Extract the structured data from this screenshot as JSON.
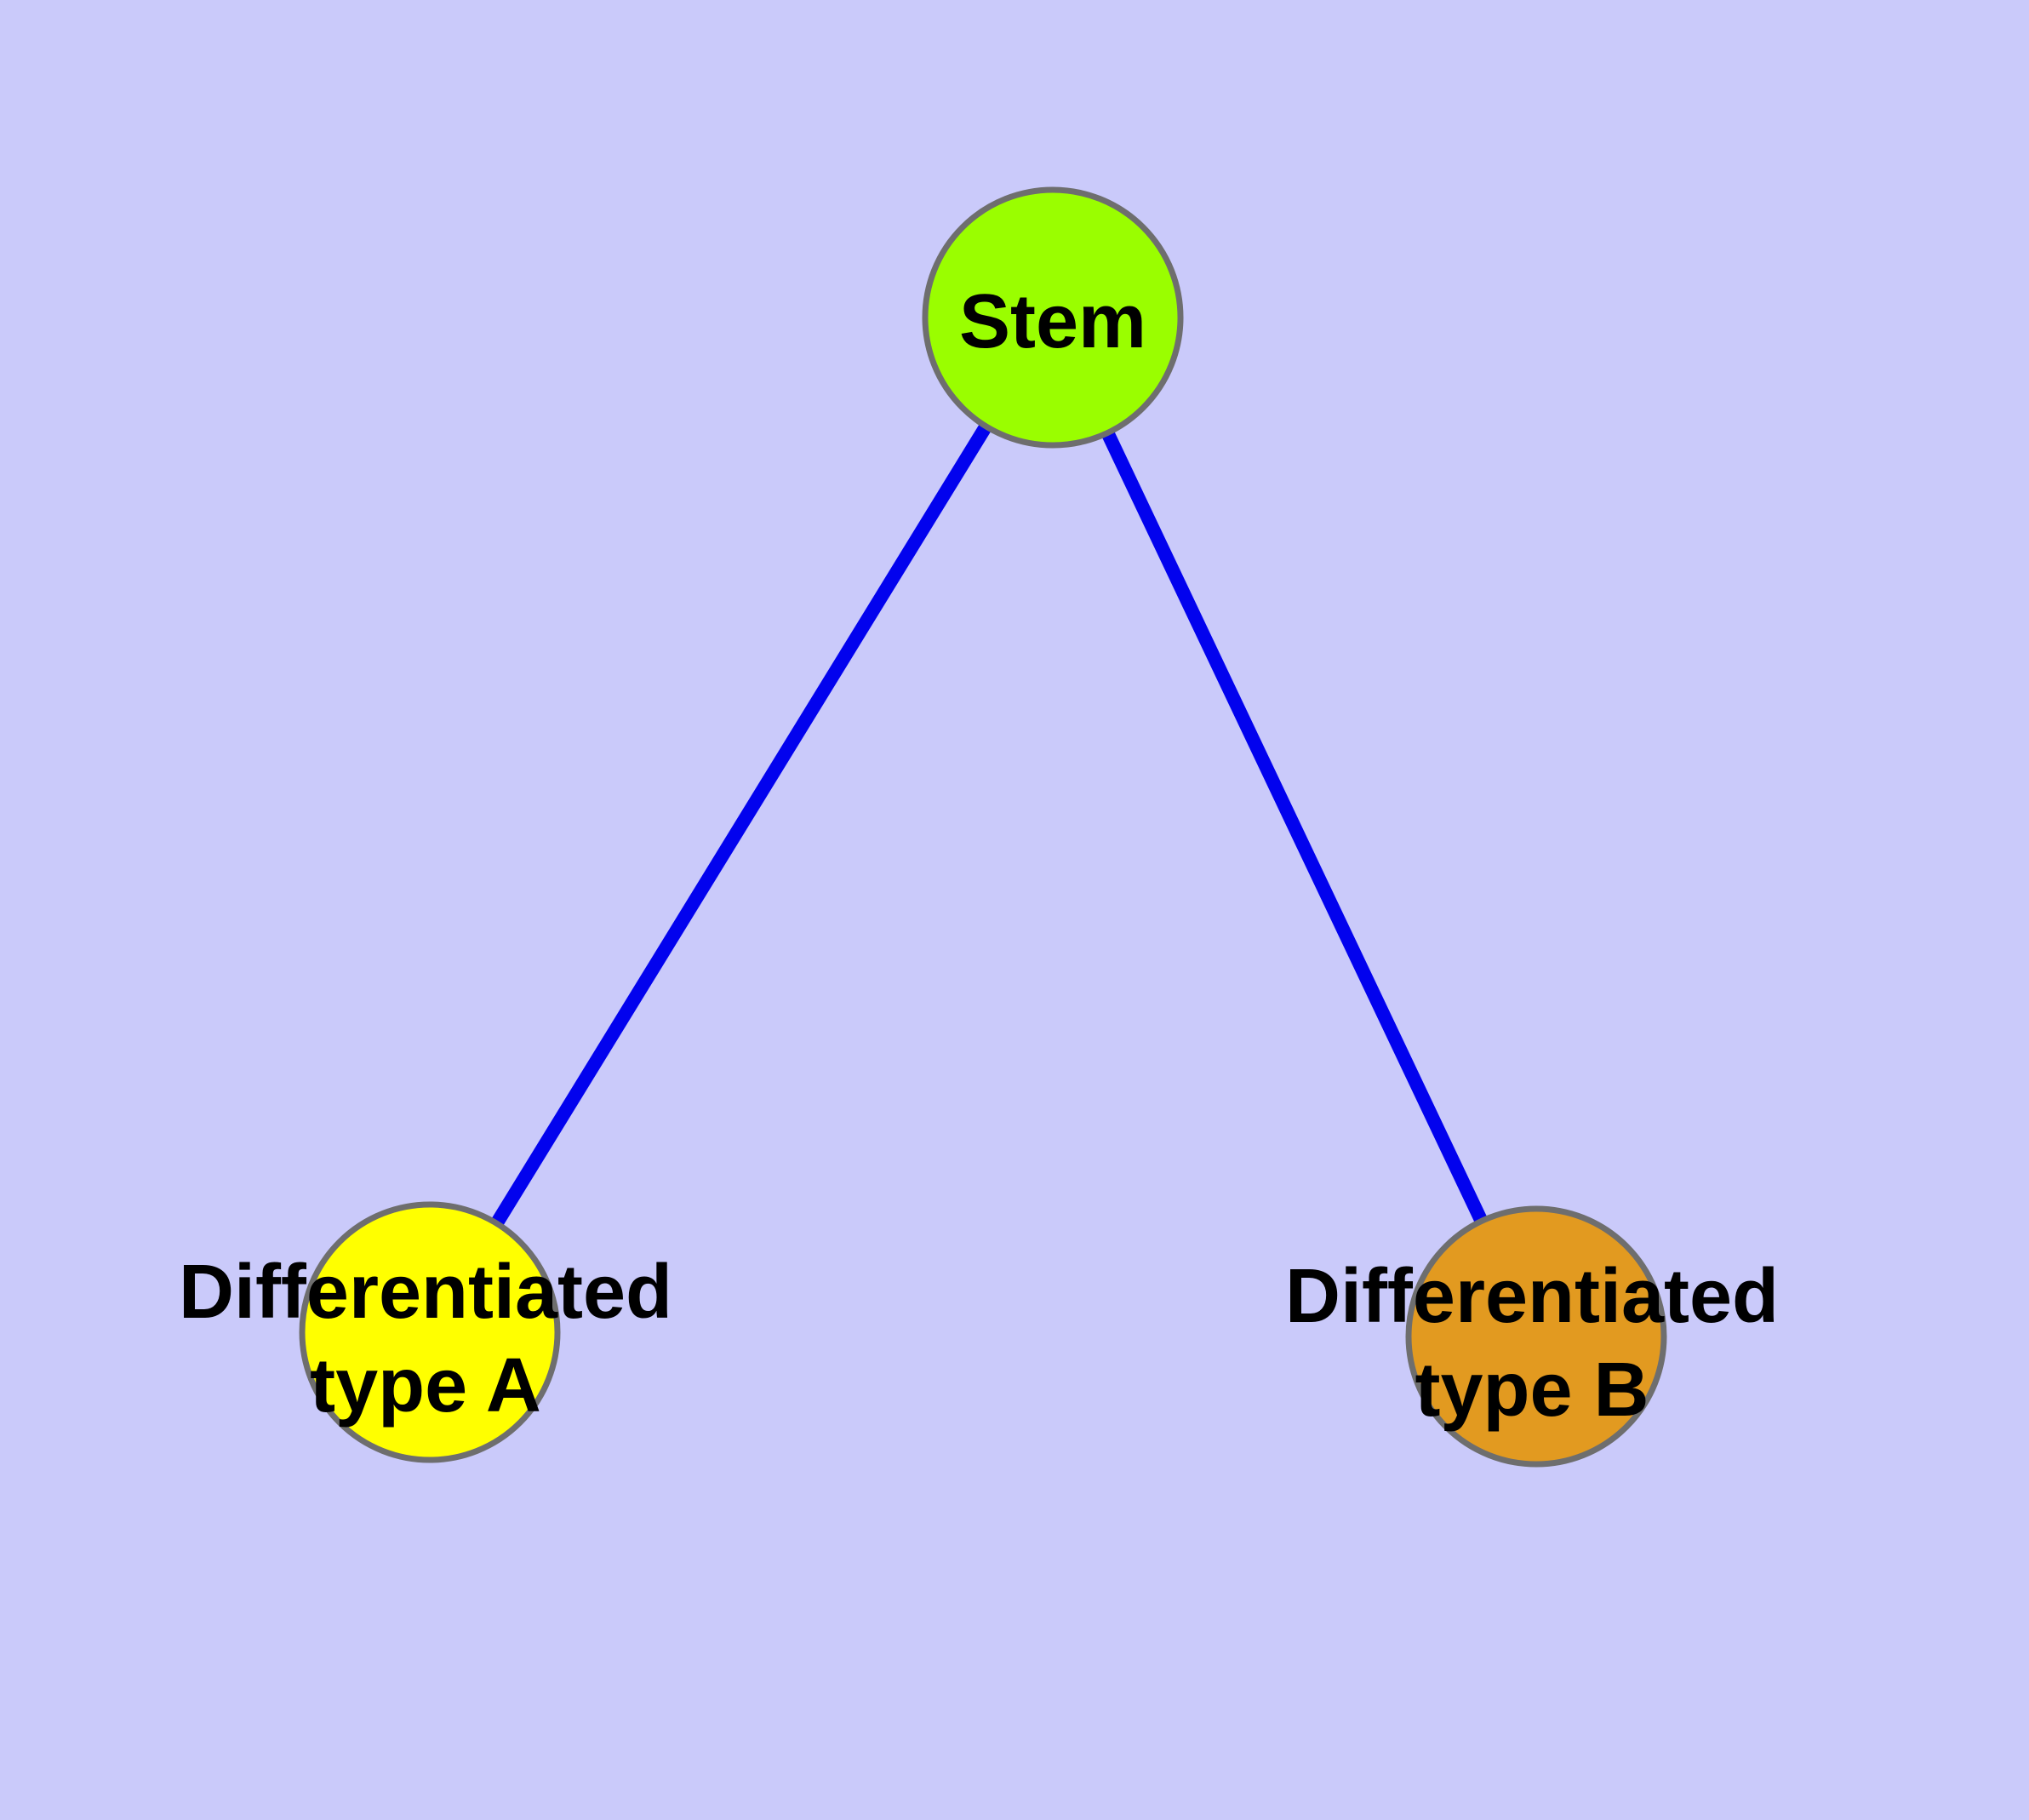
{
  "figure": {
    "background_color": "#cacafa",
    "edge_color": "#0202ee",
    "node_border_color": "#6e6e6e",
    "label_color": "#000000",
    "nodes": [
      {
        "id": "stem",
        "label": "Stem",
        "fill": "#9afe00"
      },
      {
        "id": "type-a",
        "label_line1": "Differentiated",
        "label_line2": "type A",
        "fill": "#ffff00"
      },
      {
        "id": "type-b",
        "label_line1": "Differentiated",
        "label_line2": "type B",
        "fill": "#e29a20"
      }
    ],
    "edges": [
      {
        "from": "Stem",
        "to": "Differentiated type A"
      },
      {
        "from": "Stem",
        "to": "Differentiated type B"
      }
    ]
  }
}
